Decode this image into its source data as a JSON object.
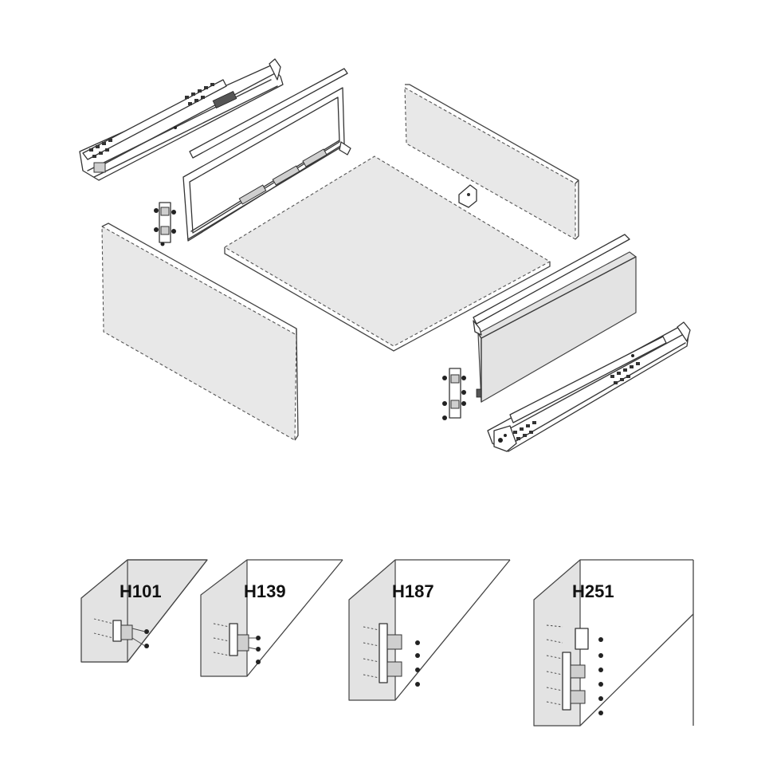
{
  "variants": [
    {
      "label": "H101"
    },
    {
      "label": "H139"
    },
    {
      "label": "H187"
    },
    {
      "label": "H251"
    }
  ],
  "colors": {
    "panel_fill": "#e3e3e3",
    "line": "#3a3a3a",
    "background": "#ffffff"
  }
}
